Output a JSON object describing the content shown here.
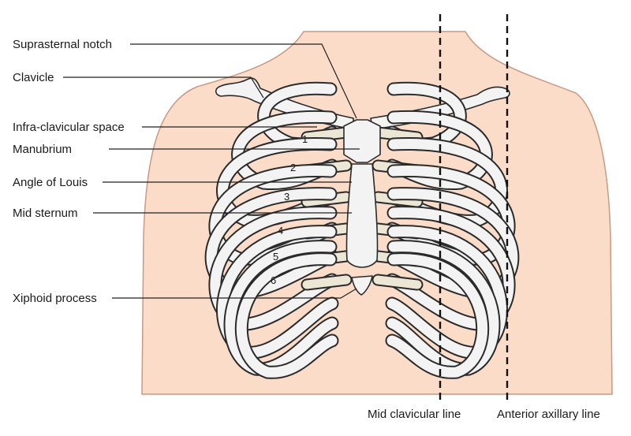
{
  "colors": {
    "skin": "#fbdcc8",
    "skin_outline": "#c79a86",
    "bone_fill": "#f3f3f3",
    "bone_outline": "#2b2b2b",
    "cartilage": "#ece6d4",
    "text": "#1a1a1a"
  },
  "labels": {
    "suprasternal_notch": "Suprasternal notch",
    "clavicle": "Clavicle",
    "infra_clavicular_space": "Infra-clavicular space",
    "manubrium": "Manubrium",
    "angle_of_louis": "Angle of Louis",
    "mid_sternum": "Mid sternum",
    "xiphoid_process": "Xiphoid process"
  },
  "reference_lines": {
    "mid_clavicular": "Mid clavicular line",
    "anterior_axillary": "Anterior axillary line"
  },
  "rib_numbers": [
    "1",
    "2",
    "3",
    "4",
    "5",
    "6"
  ]
}
